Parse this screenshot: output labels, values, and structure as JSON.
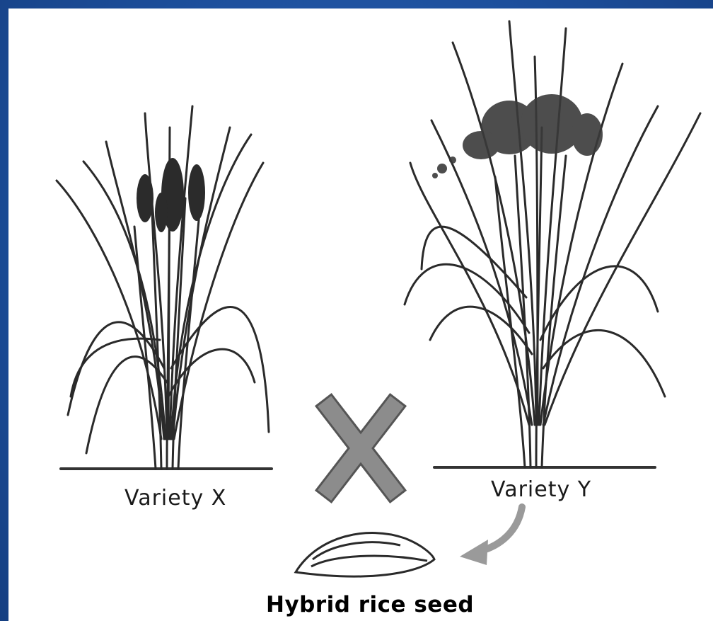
{
  "labels": {
    "variety_x": "Variety X",
    "variety_y": "Variety Y",
    "hybrid_seed": "Hybrid rice seed"
  },
  "colors": {
    "background": "#1d4f9c",
    "panel": "#ffffff",
    "ink": "#1a1a1a",
    "cross": "#8c8c8c",
    "arrow": "#9a9a9a"
  },
  "icons": {
    "cross": "cross-icon",
    "arrow": "curved-arrow-icon",
    "seed": "rice-seed-icon"
  }
}
